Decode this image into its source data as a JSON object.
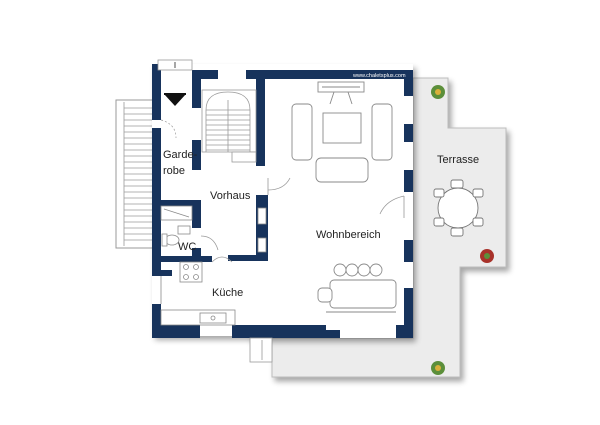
{
  "watermark": "www.chaletsplus.com",
  "rooms": {
    "garderobe_line1": "Garde-",
    "garderobe_line2": "robe",
    "vorhaus": "Vorhaus",
    "wc": "WC",
    "kueche": "Küche",
    "wohnbereich": "Wohnbereich",
    "terrasse": "Terrasse"
  },
  "colors": {
    "wall": "#17335c",
    "terrace_fill": "#ececec",
    "shadow": "#cfcfcf",
    "furniture_stroke": "#8a8a8a",
    "plant_green": "#5c8f3a",
    "plant_red": "#a8322a"
  }
}
